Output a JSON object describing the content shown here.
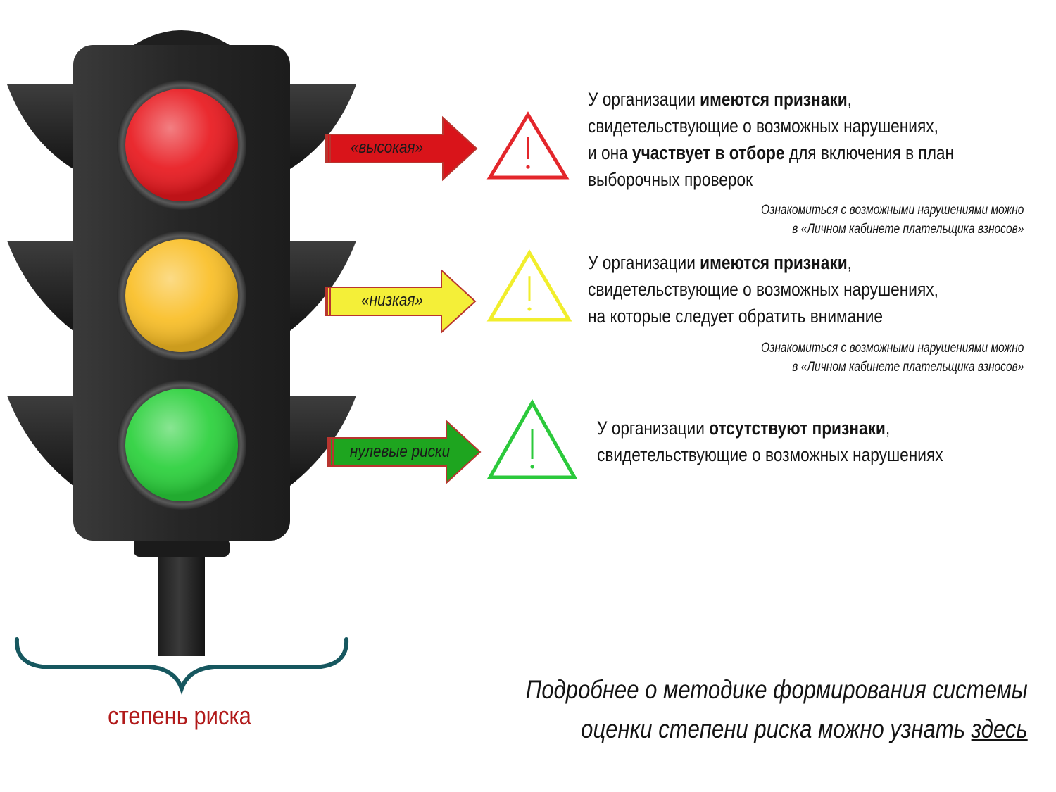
{
  "levels": [
    {
      "label": "«высокая»",
      "desc": [
        [
          {
            "t": "У организации "
          },
          {
            "t": "имеются признаки",
            "b": true
          },
          {
            "t": ","
          }
        ],
        [
          {
            "t": "свидетельствующие о возможных нарушениях,"
          }
        ],
        [
          {
            "t": "и она "
          },
          {
            "t": "участвует в отборе",
            "b": true
          },
          {
            "t": " для включения в план"
          }
        ],
        [
          {
            "t": "выборочных проверок"
          }
        ]
      ],
      "note": [
        "Ознакомиться с возможными нарушениями можно",
        "в «Личном кабинете плательщика взносов»"
      ],
      "light_color": "#e8171d",
      "arrow_color": "#d9141a",
      "triangle_color": "#e3262b"
    },
    {
      "label": "«низкая»",
      "desc": [
        [
          {
            "t": "У  организации "
          },
          {
            "t": "имеются признаки",
            "b": true
          },
          {
            "t": ","
          }
        ],
        [
          {
            "t": "свидетельствующие о возможных нарушениях,"
          }
        ],
        [
          {
            "t": "на которые следует обратить внимание"
          }
        ]
      ],
      "note": [
        "Ознакомиться с возможными нарушениями можно",
        "в «Личном кабинете плательщика взносов»"
      ],
      "light_color": "#f9be25",
      "arrow_color": "#f4ef38",
      "triangle_color": "#f1ee2c"
    },
    {
      "label": "нулевые риски",
      "desc": [
        [
          {
            "t": "У организации "
          },
          {
            "t": "отсутствуют признаки",
            "b": true
          },
          {
            "t": ","
          }
        ],
        [
          {
            "t": "свидетельствующие о возможных нарушениях"
          }
        ]
      ],
      "note": [],
      "light_color": "#29d03a",
      "arrow_color": "#1ea51f",
      "triangle_color": "#2bc93b"
    }
  ],
  "caption": "степень риска",
  "more": {
    "line1": "Подробнее о методике формирования системы",
    "line2": "оценки степени риска можно узнать ",
    "link": "здесь"
  },
  "colors": {
    "housing": "#262626",
    "brace": "#16575f"
  }
}
